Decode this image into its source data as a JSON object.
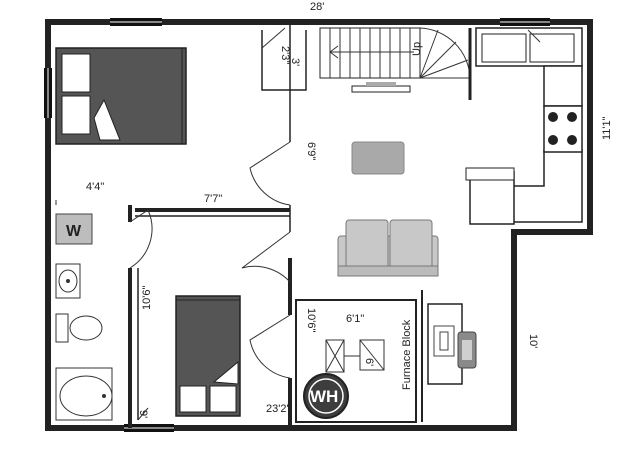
{
  "dimensions": {
    "top_width": "28'",
    "right_upper": "11'1\"",
    "right_lower": "10'",
    "bedroom_top_hall": "4'4\"",
    "bedroom_divider": "7'7\"",
    "closet_label": "2'3\"",
    "closet_label_small": "3'",
    "living_door": "6'9\"",
    "bedroom2_wall": "10'6\"",
    "furnace_width": "6'1\"",
    "furnace_height": "10'6\"",
    "bottom_center": "23'2\"",
    "bottom_left": "9'",
    "furnace_stair_dim": "6'"
  },
  "labels": {
    "stairs_up": "Up",
    "furnace_block": "Furnace Block",
    "water_heater": "WH",
    "washer": "W"
  },
  "colors": {
    "wall": "#222222",
    "bed": "#555555",
    "sofa": "#c8c8c8",
    "table": "#a9a9a9",
    "water_heater": "#3d3d3d"
  }
}
